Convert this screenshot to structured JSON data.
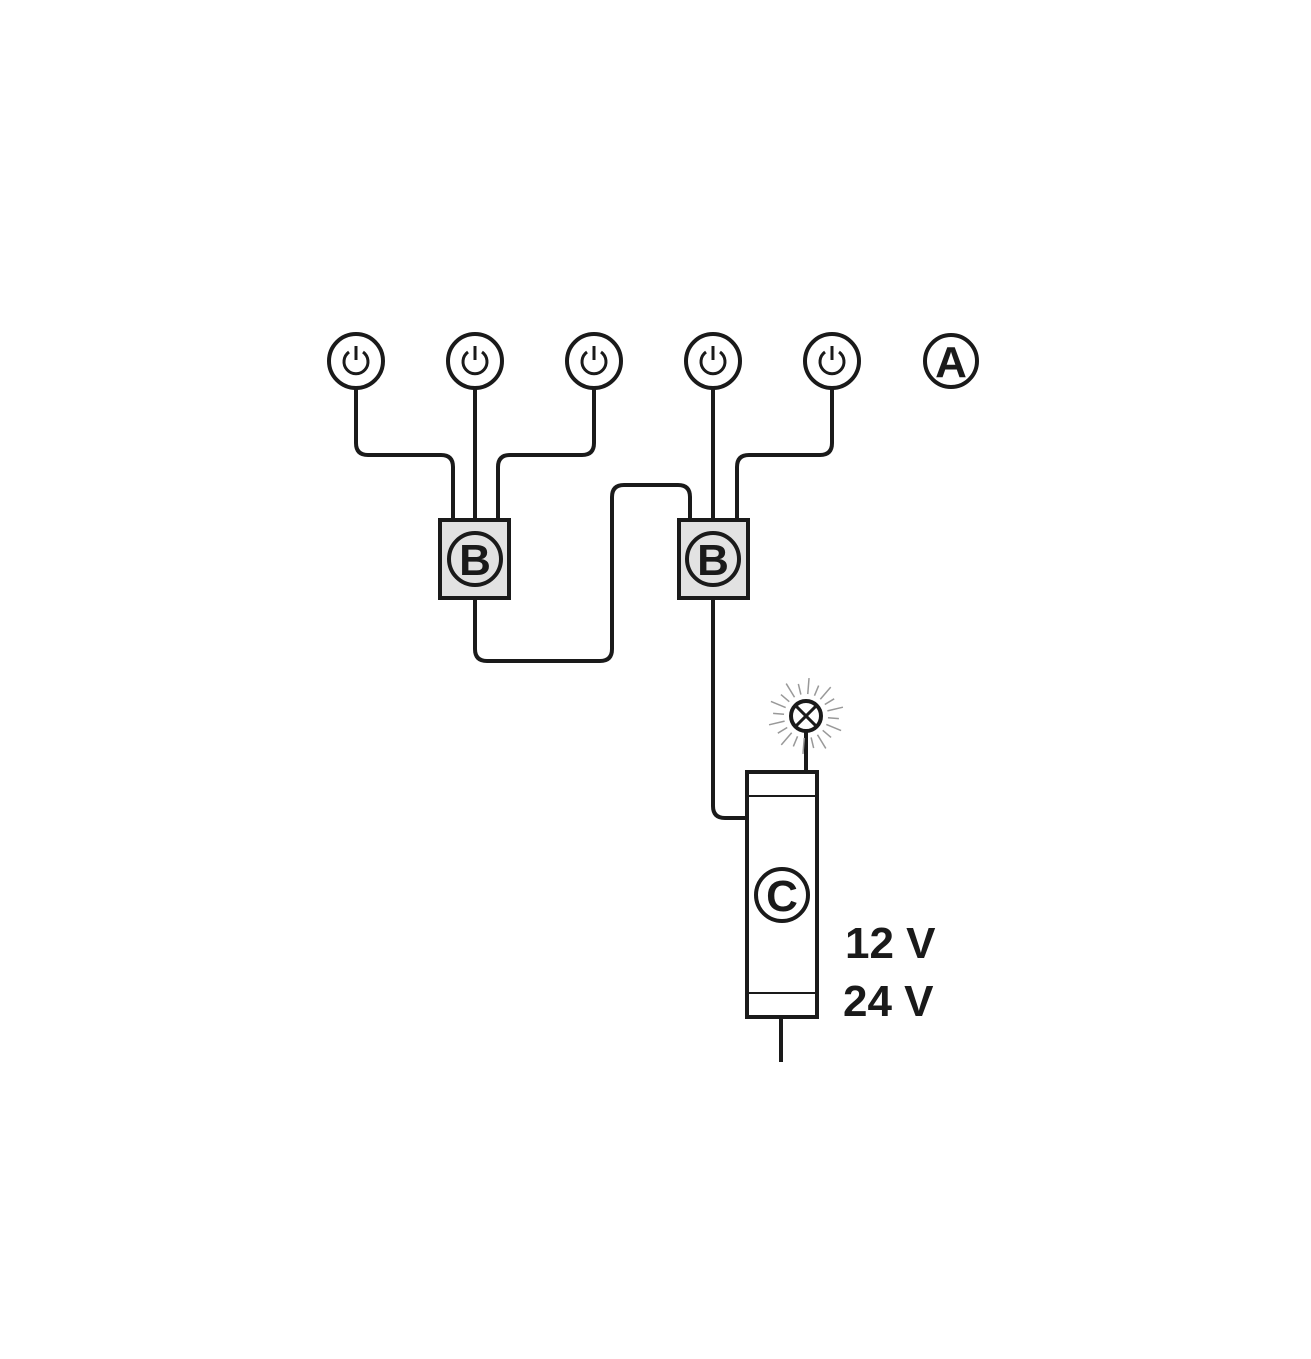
{
  "labels": {
    "switches": "A",
    "junction": "B",
    "driver": "C"
  },
  "voltages": [
    "12 V",
    "24 V"
  ],
  "switch_count": 5,
  "icons": {
    "switch": "power-icon",
    "lamp": "lamp-icon"
  },
  "colors": {
    "line": "#1a1a1a",
    "box_fill": "#e2e2e2",
    "rays": "#999999"
  }
}
